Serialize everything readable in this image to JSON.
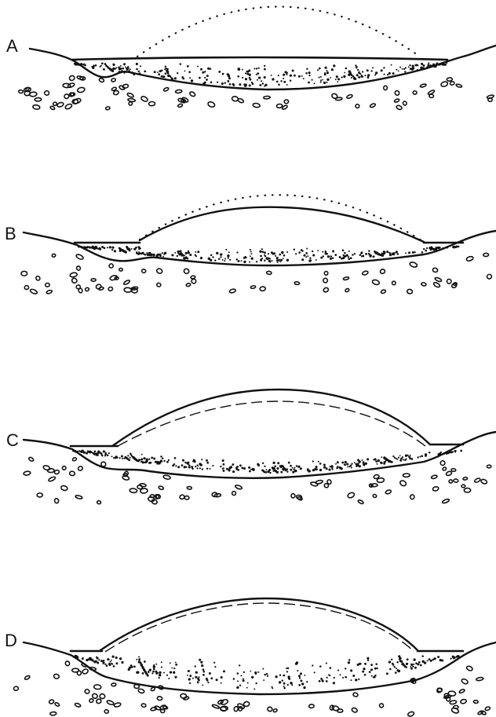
{
  "panels": [
    {
      "id": "A",
      "label": "A",
      "dome": "dotted"
    },
    {
      "id": "B",
      "label": "B",
      "dome": "solid-with-dotted"
    },
    {
      "id": "C",
      "label": "C",
      "dome": "solid-with-dashed"
    },
    {
      "id": "D",
      "label": "D",
      "dome": "solid-with-close-dashed"
    }
  ]
}
